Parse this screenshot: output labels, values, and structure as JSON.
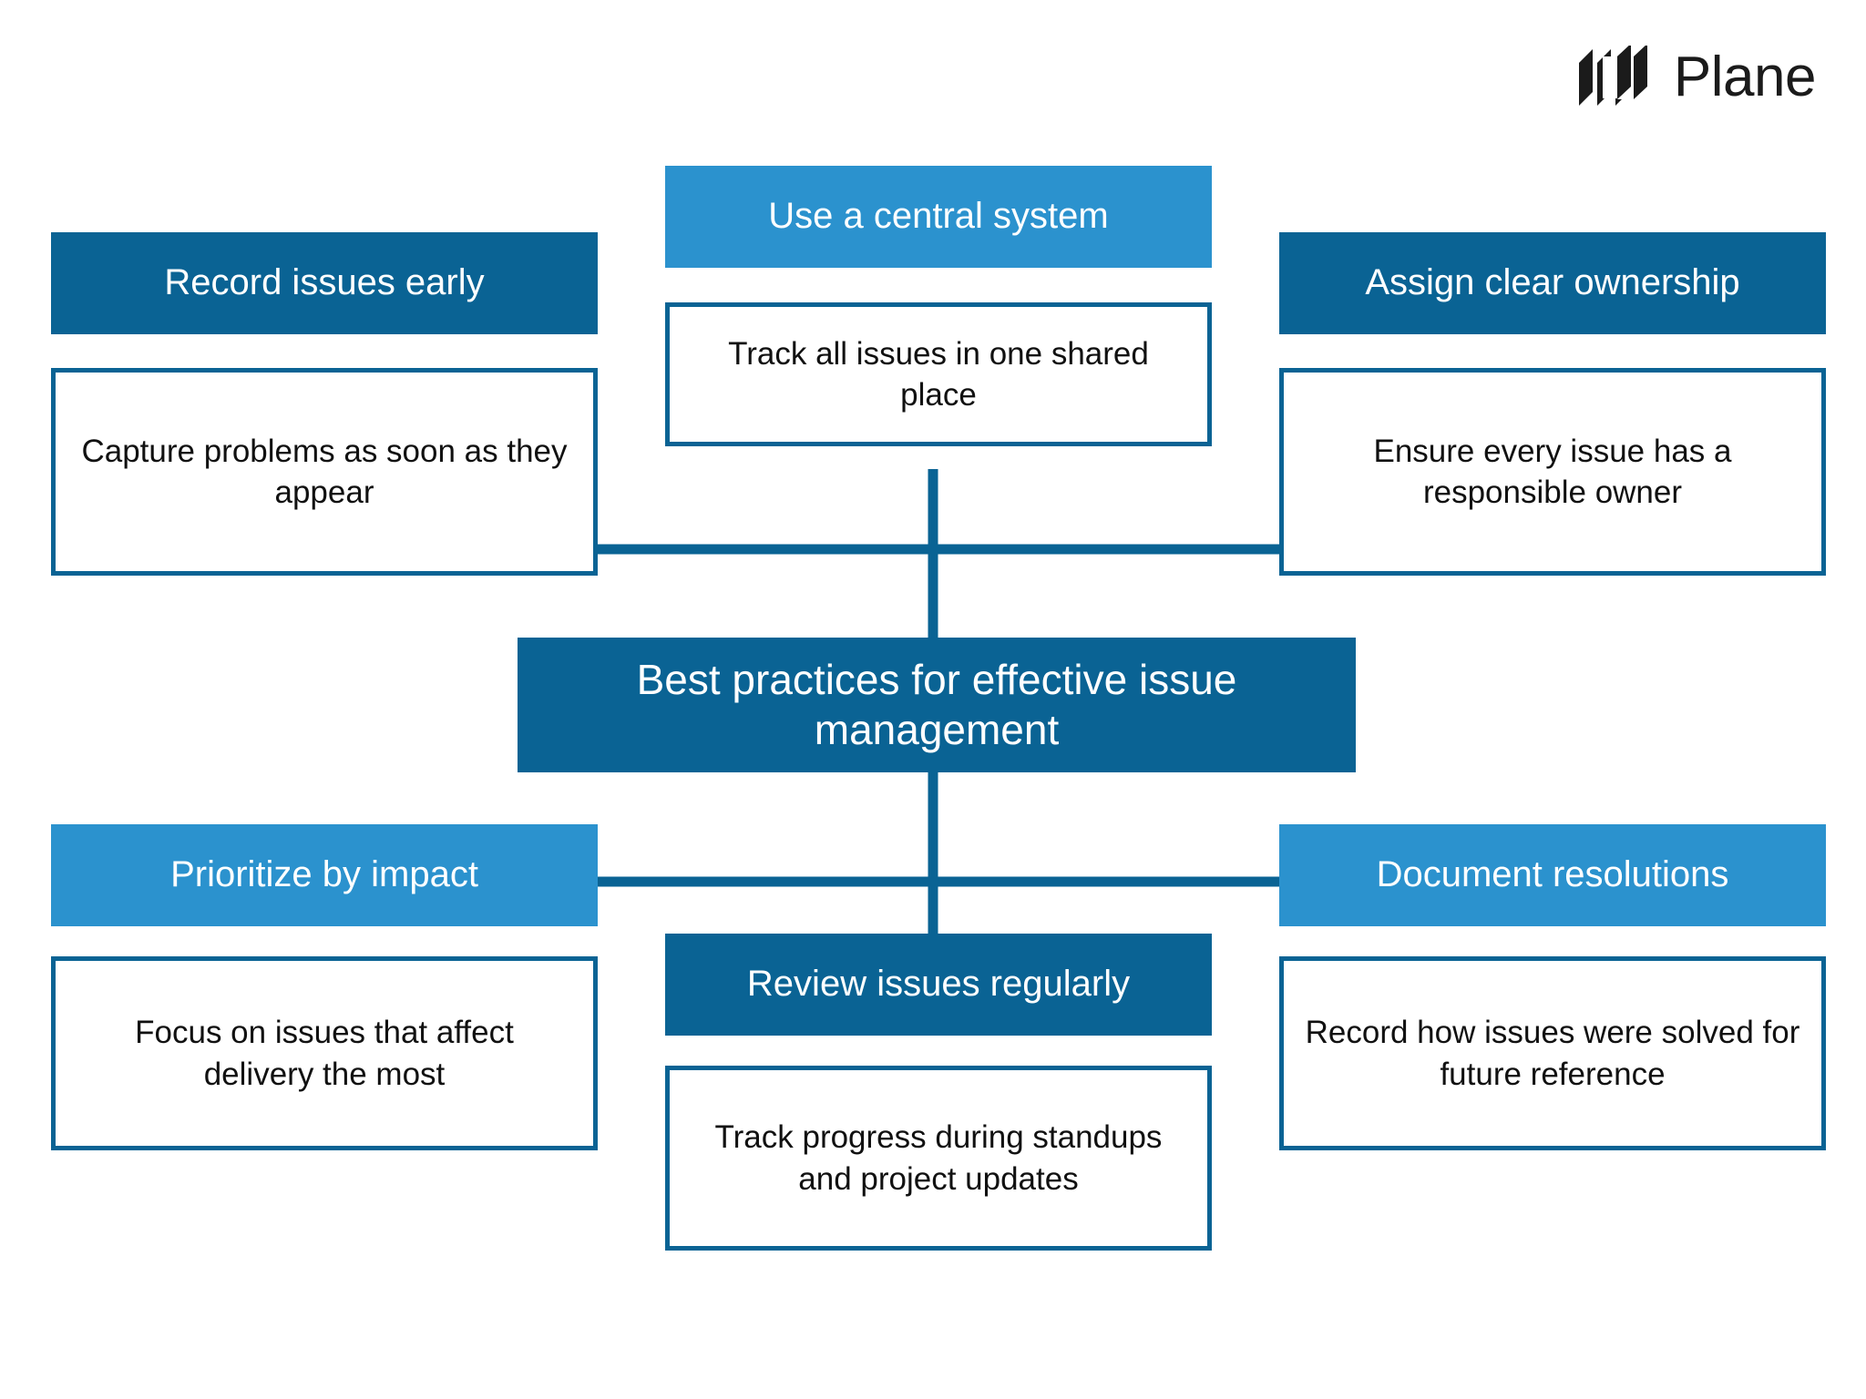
{
  "brand": {
    "name": "Plane",
    "logo_icon": "plane-logo-icon",
    "logo_color": "#1b1b1b"
  },
  "palette": {
    "dark_blue": "#0a6394",
    "light_blue": "#2b92ce",
    "border_blue": "#0a6394",
    "background": "#ffffff",
    "header_text": "#ffffff",
    "body_text": "#111111"
  },
  "diagram": {
    "type": "hub-and-spoke",
    "center": {
      "title": "Best practices for effective issue management",
      "style": "dark"
    },
    "nodes": [
      {
        "id": "record-issues-early",
        "title": "Record issues early",
        "description": "Capture problems as soon as they appear",
        "style": "dark",
        "position": "top-left"
      },
      {
        "id": "use-a-central-system",
        "title": "Use a central system",
        "description": "Track all issues in one shared place",
        "style": "light",
        "position": "top-center"
      },
      {
        "id": "assign-clear-ownership",
        "title": "Assign clear ownership",
        "description": "Ensure every issue has a responsible owner",
        "style": "dark",
        "position": "top-right"
      },
      {
        "id": "prioritize-by-impact",
        "title": "Prioritize by impact",
        "description": "Focus on issues that affect delivery the most",
        "style": "light",
        "position": "bottom-left"
      },
      {
        "id": "review-issues-regularly",
        "title": "Review issues regularly",
        "description": "Track progress during standups and project updates",
        "style": "dark",
        "position": "bottom-center"
      },
      {
        "id": "document-resolutions",
        "title": "Document resolutions",
        "description": "Record how issues were solved for future reference",
        "style": "light",
        "position": "bottom-right"
      }
    ]
  }
}
